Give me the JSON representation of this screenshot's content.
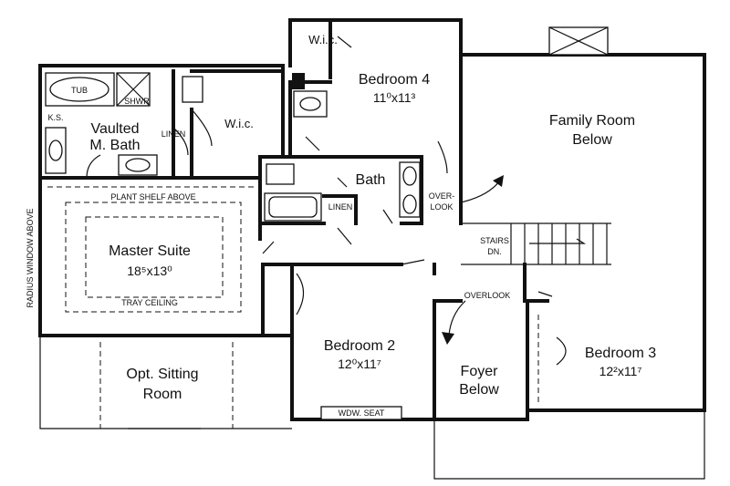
{
  "rooms": {
    "bedroom4": {
      "name": "Bedroom 4",
      "dims": "11⁰x11³"
    },
    "family": {
      "line1": "Family Room",
      "line2": "Below"
    },
    "bath": {
      "name": "Bath"
    },
    "master_bath": {
      "line1": "Vaulted",
      "line2": "M. Bath"
    },
    "master_suite": {
      "name": "Master Suite",
      "dims": "18⁵x13⁰"
    },
    "sitting": {
      "line1": "Opt. Sitting",
      "line2": "Room"
    },
    "bedroom2": {
      "name": "Bedroom 2",
      "dims": "12⁰x11⁷"
    },
    "foyer": {
      "line1": "Foyer",
      "line2": "Below"
    },
    "bedroom3": {
      "name": "Bedroom 3",
      "dims": "12²x11⁷"
    }
  },
  "labels": {
    "wic_top": "W.i.c.",
    "wic_mid": "W.i.c.",
    "tub": "TUB",
    "shower": "SHWR",
    "linen_mb": "LINEN",
    "linen_bath": "LINEN",
    "ks": "K.S.",
    "plant_shelf": "PLANT SHELF ABOVE",
    "tray_ceiling": "TRAY CEILING",
    "radius_window": "RADIUS WINDOW ABOVE",
    "overlook_top_1": "OVER-",
    "overlook_top_2": "LOOK",
    "overlook_mid": "OVERLOOK",
    "stairs_1": "STAIRS",
    "stairs_2": "DN.",
    "window_seat": "WDW. SEAT"
  }
}
